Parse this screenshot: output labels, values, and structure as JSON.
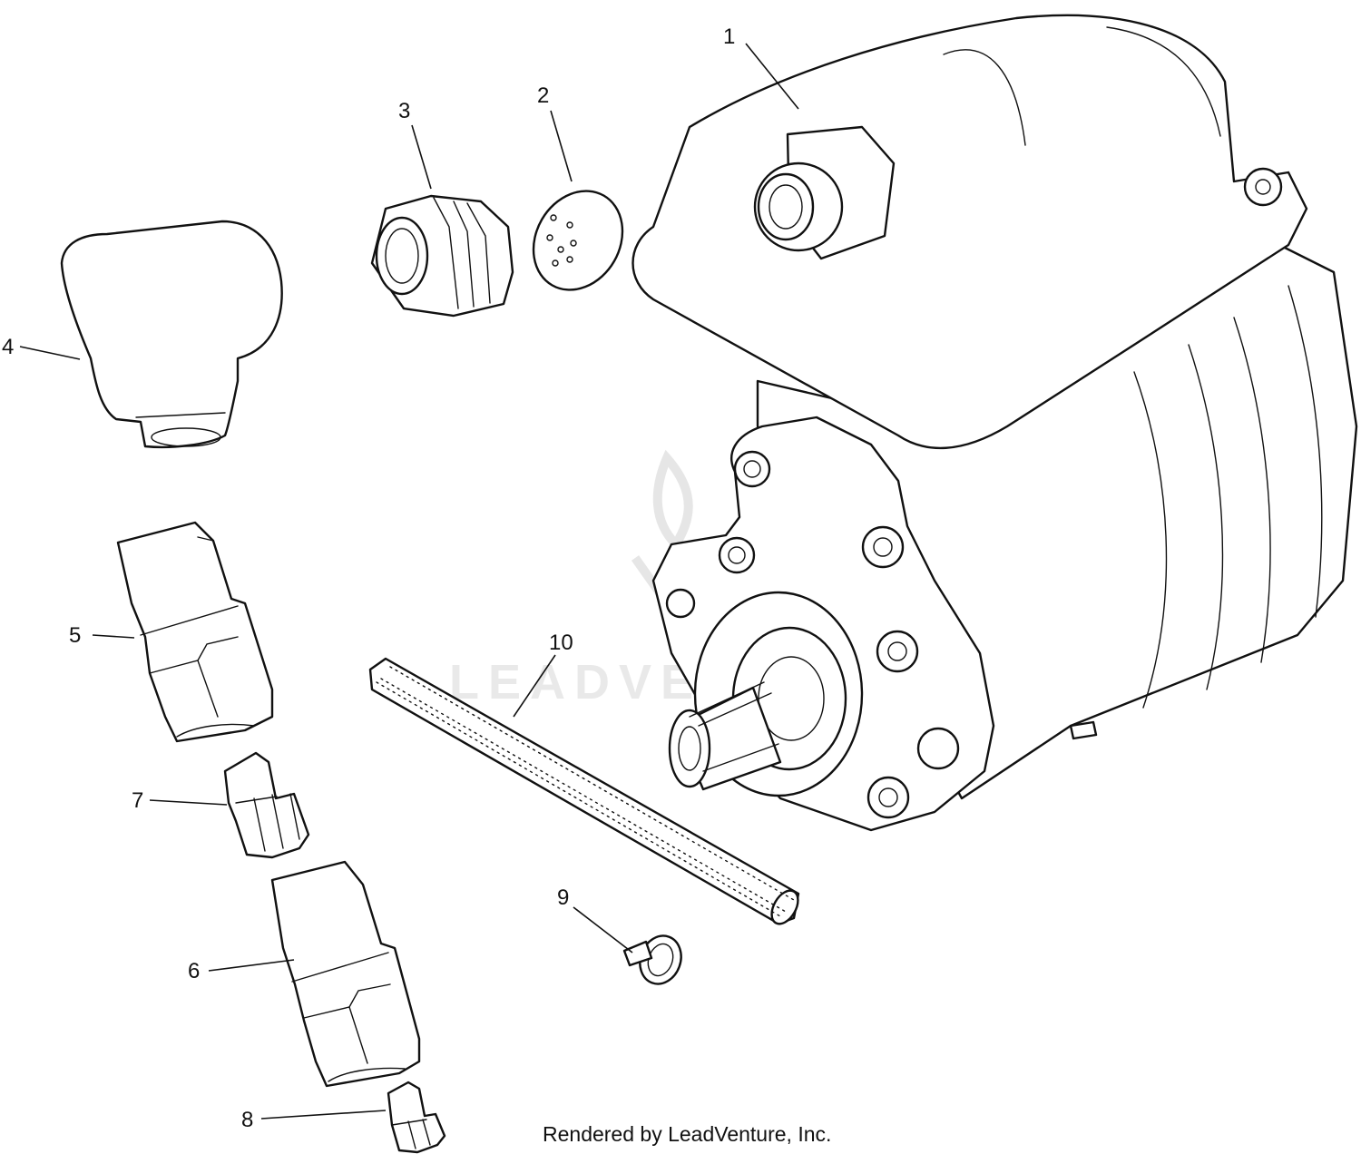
{
  "watermark": {
    "text": "LEADVENTURE"
  },
  "credit": {
    "text": "Rendered by LeadVenture, Inc."
  },
  "callouts": {
    "c1": "1",
    "c2": "2",
    "c3": "3",
    "c4": "4",
    "c5": "5",
    "c6": "6",
    "c7": "7",
    "c8": "8",
    "c9": "9",
    "c10": "10"
  },
  "colors": {
    "line": "#111111",
    "background": "#ffffff",
    "watermark": "#e9e9e9"
  }
}
